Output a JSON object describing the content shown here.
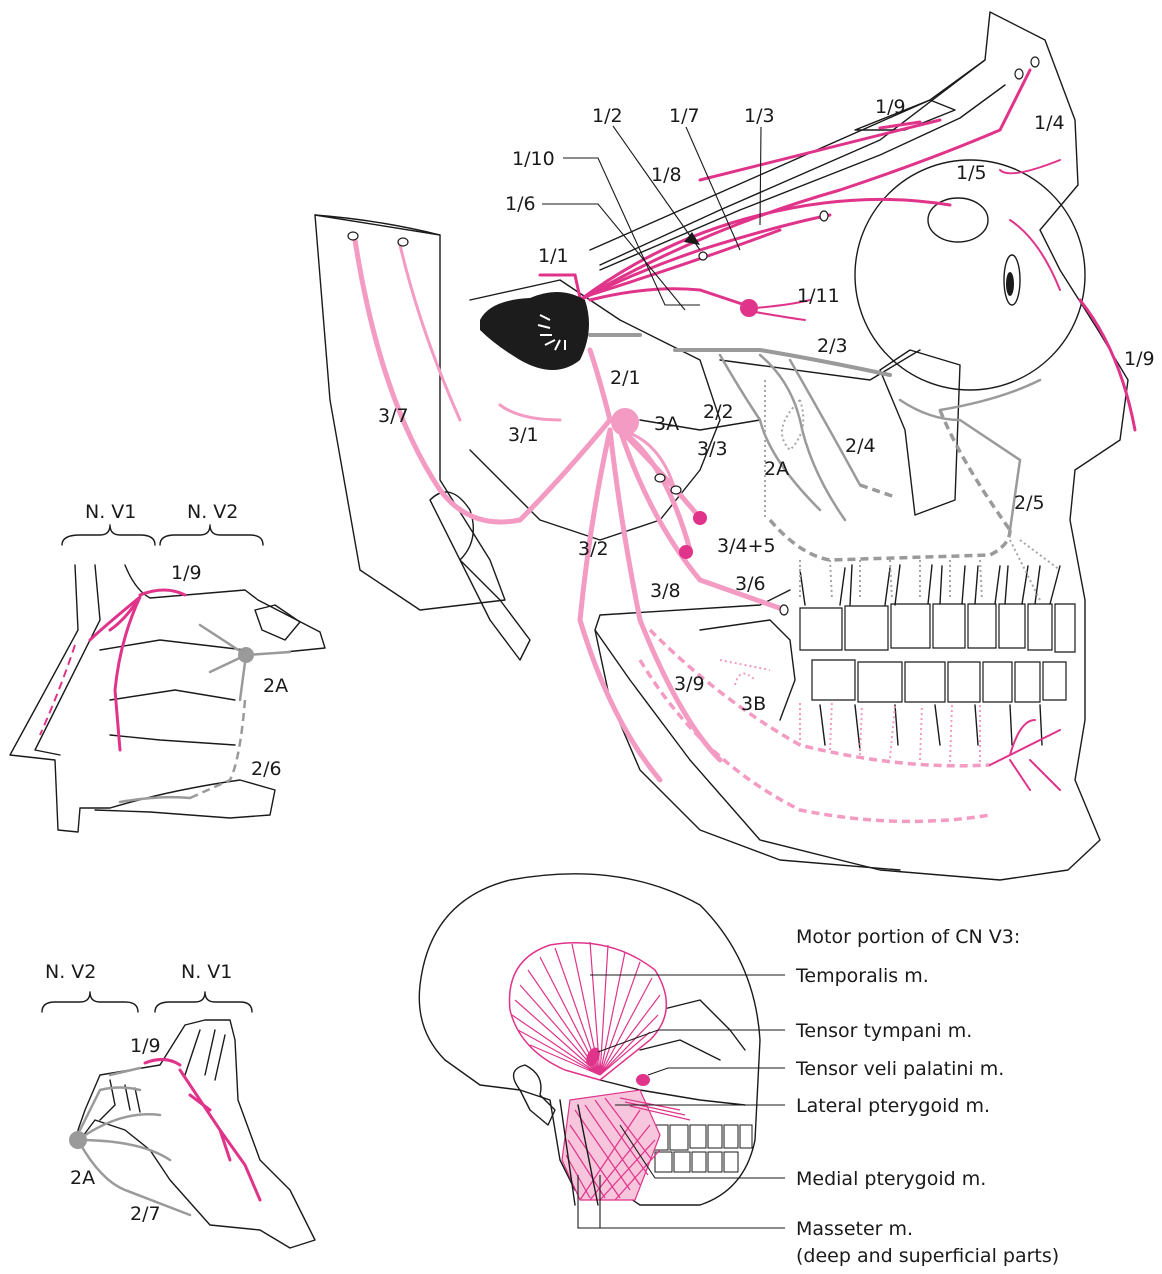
{
  "colors": {
    "nerve_v1": "#e0338a",
    "nerve_v3": "#f39bc2",
    "nerve_v2": "#9a9a9a",
    "ganglion": "#1c1c1c"
  },
  "main_labels": {
    "l1_1": "1/1",
    "l1_2": "1/2",
    "l1_3": "1/3",
    "l1_4": "1/4",
    "l1_5": "1/5",
    "l1_6": "1/6",
    "l1_7": "1/7",
    "l1_8": "1/8",
    "l1_9a": "1/9",
    "l1_9b": "1/9",
    "l1_10": "1/10",
    "l1_11": "1/11",
    "l2_1": "2/1",
    "l2_2": "2/2",
    "l2_3": "2/3",
    "l2_4": "2/4",
    "l2_5": "2/5",
    "l2A": "2A",
    "l3_1": "3/1",
    "l3_2": "3/2",
    "l3_3": "3/3",
    "l3_45": "3/4+5",
    "l3_6": "3/6",
    "l3_7": "3/7",
    "l3_8": "3/8",
    "l3_9": "3/9",
    "l3A": "3A",
    "l3B": "3B"
  },
  "left_top": {
    "bracket_left": "N. V1",
    "bracket_right": "N. V2",
    "l1_9": "1/9",
    "l2A": "2A",
    "l2_6": "2/6"
  },
  "left_bottom": {
    "bracket_left": "N. V2",
    "bracket_right": "N. V1",
    "l1_9": "1/9",
    "l2A": "2A",
    "l2_7": "2/7"
  },
  "motor": {
    "title": "Motor portion of CN V3:",
    "muscles": [
      "Temporalis m.",
      "Tensor tympani m.",
      "Tensor veli palatini m.",
      "Lateral pterygoid m.",
      "Medial pterygoid m.",
      "Masseter m."
    ],
    "masseter_note": "(deep and superficial parts)"
  }
}
